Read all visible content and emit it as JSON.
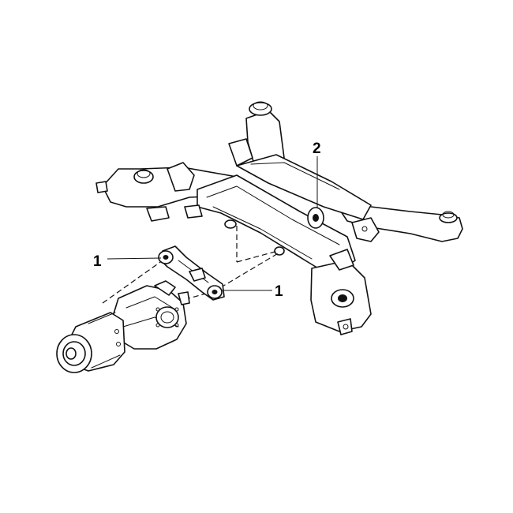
{
  "callouts": [
    {
      "id": "left",
      "text": "1"
    },
    {
      "id": "right",
      "text": "1"
    },
    {
      "id": "top",
      "text": "2"
    }
  ]
}
